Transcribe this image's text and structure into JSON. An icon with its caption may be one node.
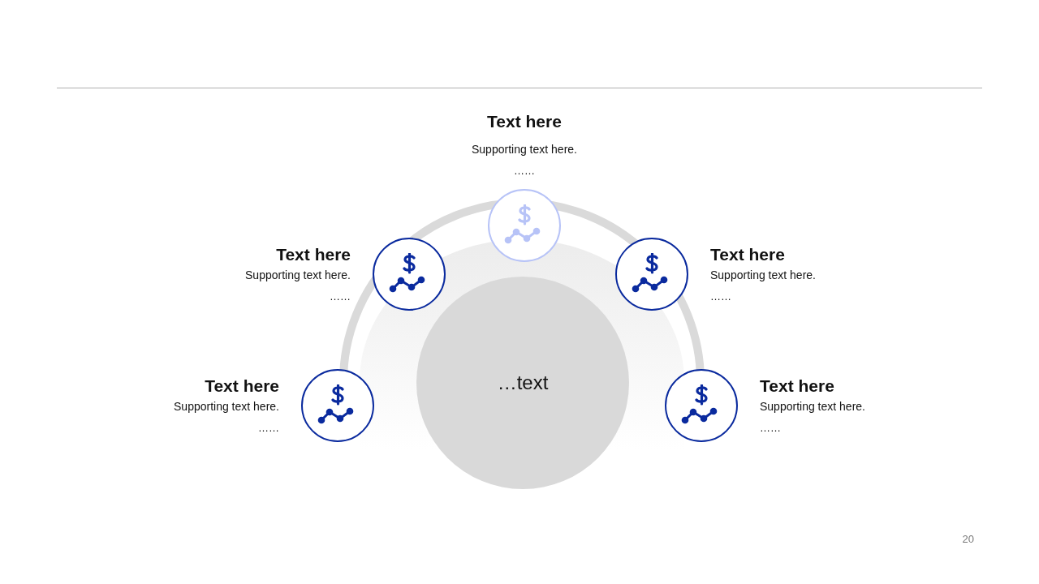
{
  "diagram": {
    "nodes": [
      {
        "text": [],
        "shape": "circle",
        "beside": [
          "Text here",
          "Supporting text here.",
          "……"
        ]
      },
      {
        "text": [],
        "shape": "circle",
        "beside": [
          "Text here",
          "Supporting text here.",
          "……"
        ]
      },
      {
        "text": [],
        "shape": "circle",
        "beside": [
          "Text here",
          "Supporting text here.",
          "……"
        ]
      },
      {
        "text": [],
        "shape": "circle",
        "beside": [
          "Text here",
          "Supporting text here.",
          "……"
        ]
      },
      {
        "text": [
          "…text"
        ]
      },
      {
        "text": [],
        "shape": "circle",
        "beside": [
          "Text here",
          "Supporting text here.",
          "……"
        ]
      }
    ],
    "edges": [],
    "labels": [
      "20"
    ]
  }
}
